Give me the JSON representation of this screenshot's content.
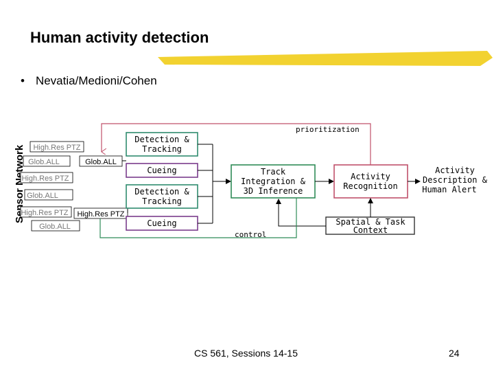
{
  "slide": {
    "title": "Human activity detection",
    "bullet": "Nevatia/Medioni/Cohen",
    "footer_course": "CS 561,  Sessions 14-15",
    "page_number": "24"
  },
  "diagram": {
    "sensor_network_label": "Sensor Network",
    "camera_labels": [
      "High.Res PTZ",
      "Glob.ALL",
      "High.Res PTZ",
      "Glob.ALL",
      "High.Res PTZ",
      "Glob.ALL"
    ],
    "link_label_top": "Glob.ALL",
    "link_label_bottom": "High.Res PTZ",
    "detection_box_1": [
      "Detection &",
      "Tracking"
    ],
    "cueing_box_1": "Cueing",
    "detection_box_2": [
      "Detection &",
      "Tracking"
    ],
    "cueing_box_2": "Cueing",
    "track_box": [
      "Track",
      "Integration &",
      "3D Inference"
    ],
    "activity_box": [
      "Activity",
      "Recognition"
    ],
    "context_box": [
      "Spatial & Task",
      "Context"
    ],
    "output_label": [
      "Activity",
      "Description &",
      "Human Alert"
    ],
    "prioritization_label": "prioritization",
    "control_label": "control",
    "colors": {
      "teal_box": "#2e8b6e",
      "purple_box": "#7a3c8c",
      "track_box": "#2e8b57",
      "activity_box": "#c0506a",
      "context_box": "#333333",
      "feedback_red": "#c0506a",
      "control_green": "#2e8b57",
      "title_bar": "#f2d230"
    }
  }
}
